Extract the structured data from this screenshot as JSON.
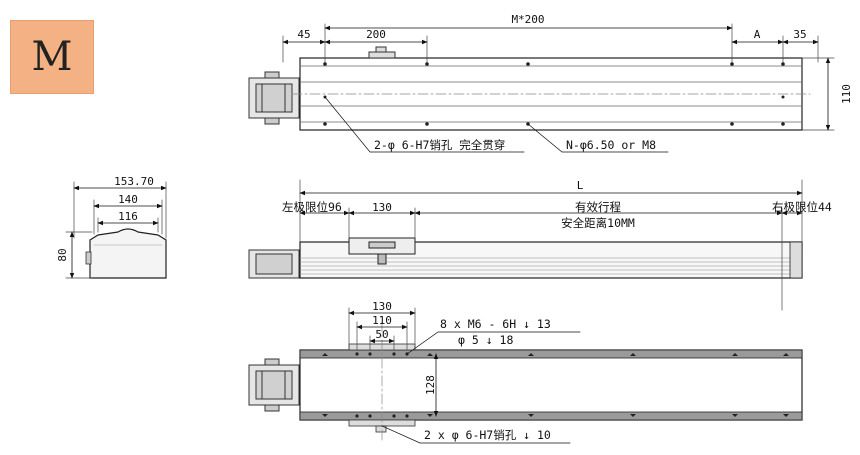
{
  "badge": {
    "letter": "M",
    "color": "#f4b183"
  },
  "top_view": {
    "dims": {
      "d45": "45",
      "d200": "200",
      "pitch": "M*200",
      "a": "A",
      "d35": "35",
      "width": "110"
    },
    "callouts": {
      "pin_hole": "2-φ 6-H7销孔 完全贯穿",
      "mount_hole": "N-φ6.50 or M8"
    }
  },
  "end_view": {
    "dims": {
      "overall": "153.70",
      "d140": "140",
      "d116": "116",
      "height": "80"
    }
  },
  "side_view": {
    "dims": {
      "length": "L",
      "carriage": "130"
    },
    "labels": {
      "left_limit": "左极限位96",
      "stroke": "有效行程",
      "safety": "安全距离10MM",
      "right_limit": "右极限位44"
    }
  },
  "bottom_view": {
    "dims": {
      "d130": "130",
      "d110": "110",
      "d50": "50",
      "width": "128"
    },
    "callouts": {
      "thread": "8 x  M6 - 6H ↓ 13",
      "counterbore": "φ 5 ↓ 18",
      "pin": "2 x φ 6-H7销孔 ↓ 10"
    }
  }
}
